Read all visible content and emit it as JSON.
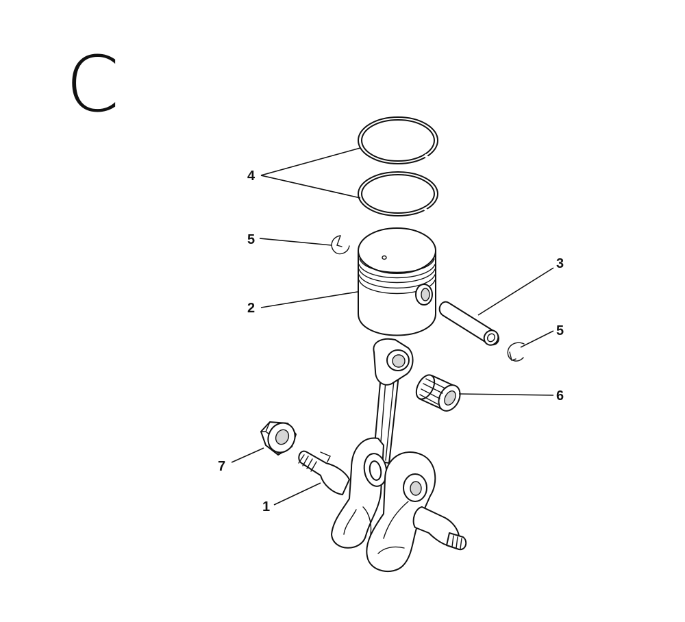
{
  "section_letter": "C",
  "callouts": [
    {
      "id": "crankshaft",
      "label": "1"
    },
    {
      "id": "piston",
      "label": "2"
    },
    {
      "id": "piston-pin",
      "label": "3"
    },
    {
      "id": "piston-rings",
      "label": "4"
    },
    {
      "id": "circlip-left",
      "label": "5"
    },
    {
      "id": "circlip-right",
      "label": "5"
    },
    {
      "id": "needle-bearing",
      "label": "6"
    },
    {
      "id": "nut",
      "label": "7"
    }
  ]
}
